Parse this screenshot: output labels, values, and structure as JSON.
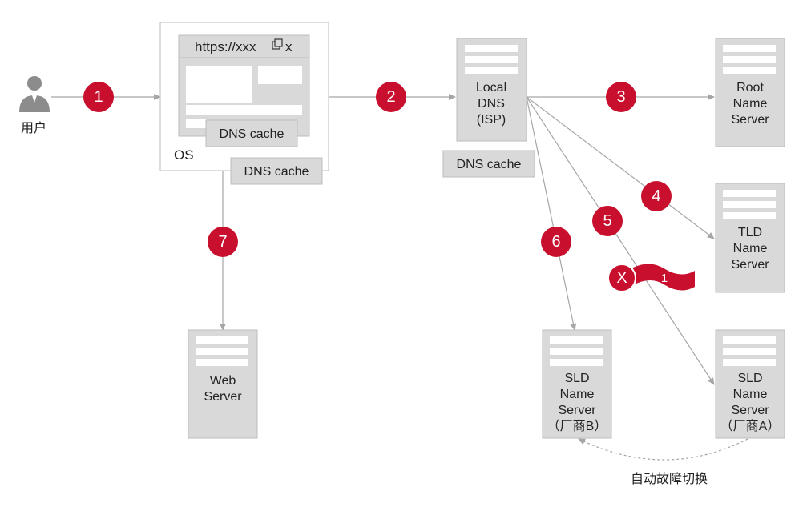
{
  "user": {
    "label": "用户"
  },
  "browser": {
    "url": "https://xxx",
    "close_glyph": "x"
  },
  "os": {
    "label": "OS",
    "browser_cache_label": "DNS cache",
    "os_cache_label": "DNS cache"
  },
  "local_dns": {
    "lines": [
      "Local",
      "DNS",
      "(ISP)"
    ],
    "cache_label": "DNS cache"
  },
  "root_ns": {
    "lines": [
      "Root",
      "Name",
      "Server"
    ]
  },
  "tld_ns": {
    "lines": [
      "TLD",
      "Name",
      "Server"
    ]
  },
  "sld_b": {
    "lines": [
      "SLD",
      "Name",
      "Server",
      "（厂商B）"
    ]
  },
  "sld_a": {
    "lines": [
      "SLD",
      "Name",
      "Server",
      "（厂商A）"
    ]
  },
  "web_server": {
    "lines": [
      "Web",
      "Server"
    ]
  },
  "steps": [
    "1",
    "2",
    "3",
    "4",
    "5",
    "6",
    "7"
  ],
  "failure": {
    "marker": "X",
    "flag_text": "1"
  },
  "failover_label": "自动故障切换",
  "colors": {
    "accent": "#c8102e",
    "box": "#d9d9d9",
    "line": "#a6a6a6"
  }
}
